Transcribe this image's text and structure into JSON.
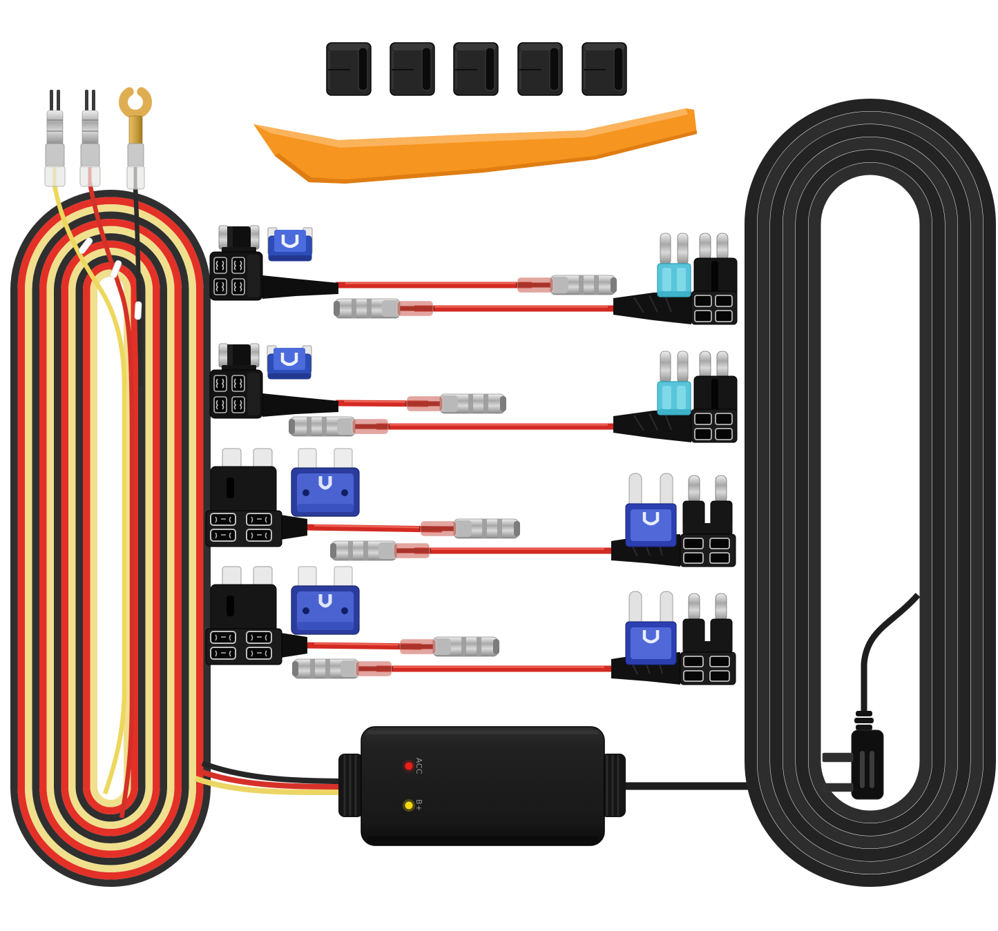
{
  "photo": {
    "description": "Dash cam hardwire kit product photo on white background",
    "background_color": "#ffffff"
  },
  "converter": {
    "name": "hardwire-voltage-converter",
    "acc_label": "ACC",
    "bplus_label": "B+",
    "acc_led_color": "#ea1f18",
    "bplus_led_color": "#f4d814",
    "body_color": "#1d1d1d"
  },
  "components": {
    "cable_clips": {
      "name": "cable-clip",
      "count": 5,
      "color": "#262626"
    },
    "pry_tool": {
      "name": "trim-pry-tool",
      "color": "#f6951f"
    },
    "power_cable_coil": {
      "name": "three-wire-power-cable-coil",
      "wire_colors": [
        "#2f2f2f",
        "#e33128",
        "#f0e08e"
      ]
    },
    "usb_cable_coil": {
      "name": "mini-usb-cable-coil",
      "color": "#232323",
      "loops": 6
    },
    "terminals": {
      "bullet_connectors": 2,
      "spade_fork_terminal": 1,
      "fork_color": "#dfae52"
    },
    "fuse_tap_rows": 4,
    "fuse_taps": {
      "micro2_low_profile_taps": 2,
      "micro2_taps": 2,
      "standard_ato_taps": 2,
      "mini_taps": 2
    },
    "fuses": {
      "low_profile_mini_blue": 2,
      "micro2_cyan": 2,
      "standard_blue": 2,
      "mini_blue": 2
    },
    "butt_connectors": {
      "count": 8,
      "color": "#b9b9b9"
    },
    "wire_color": "#d22a22",
    "mini_usb_connector": {
      "name": "mini-usb-right-angle-plug",
      "color": "#0f0f0f"
    }
  }
}
